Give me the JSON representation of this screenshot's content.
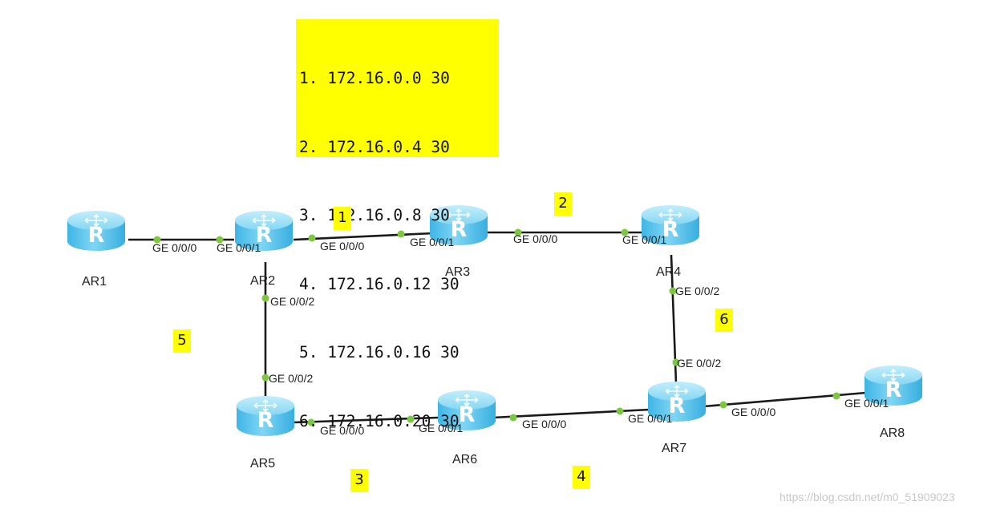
{
  "legend": {
    "lines": [
      "1. 172.16.0.0 30",
      "2. 172.16.0.4 30",
      "3. 172.16.0.8 30",
      "4. 172.16.0.12 30",
      "5. 172.16.0.16 30",
      "6. 172.16.0.20 30"
    ]
  },
  "segments": [
    "1",
    "2",
    "3",
    "4",
    "5",
    "6"
  ],
  "routers": [
    "AR1",
    "AR2",
    "AR3",
    "AR4",
    "AR5",
    "AR6",
    "AR7",
    "AR8"
  ],
  "ports": {
    "ar1_ge000": "GE 0/0/0",
    "ar2_ge001": "GE 0/0/1",
    "ar2_ge000": "GE 0/0/0",
    "ar2_ge002": "GE 0/0/2",
    "ar3_ge001": "GE 0/0/1",
    "ar3_ge000": "GE 0/0/0",
    "ar4_ge001": "GE 0/0/1",
    "ar4_ge002": "GE 0/0/2",
    "ar5_ge002": "GE 0/0/2",
    "ar5_ge000": "GE 0/0/0",
    "ar6_ge001": "GE 0/0/1",
    "ar6_ge000": "GE 0/0/0",
    "ar7_ge001": "GE 0/0/1",
    "ar7_ge002": "GE 0/0/2",
    "ar7_ge000": "GE 0/0/0",
    "ar8_ge001": "GE 0/0/1"
  },
  "colors": {
    "router_body": "#5ec8ef",
    "router_top": "#9fe2f8",
    "link": "#1a1a1a",
    "port_dot": "#7dc740",
    "highlight": "#ffff00"
  },
  "watermark": "https://blog.csdn.net/m0_51909023"
}
